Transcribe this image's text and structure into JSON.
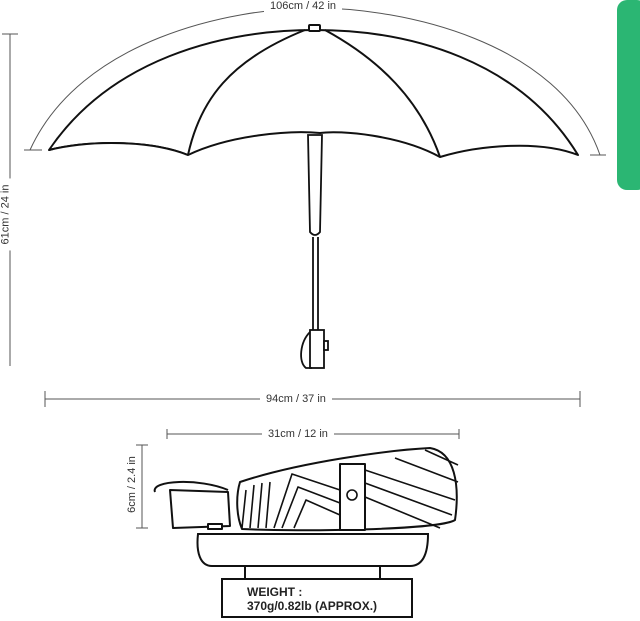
{
  "dimensions": {
    "open_arc_width": "106cm / 42 in",
    "open_height": "61cm / 24 in",
    "open_span": "94cm / 37 in",
    "folded_length": "31cm / 12 in",
    "folded_height": "6cm / 2.4 in"
  },
  "weight": {
    "label": "WEIGHT :",
    "value": "370g/0.82lb (APPROX.)"
  },
  "colors": {
    "accent_tab": "#2bb673",
    "line": "#111111",
    "dimension_line": "#555555"
  }
}
